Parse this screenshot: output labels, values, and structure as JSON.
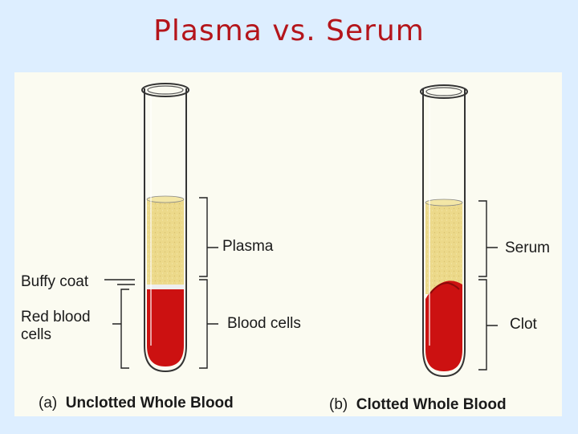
{
  "title": "Plasma vs. Serum",
  "left_tube": {
    "label_top": "Plasma",
    "label_bottom": "Blood cells",
    "side_label_buffy": "Buffy coat",
    "side_label_rbc": "Red blood cells",
    "caption_letter": "(a)",
    "caption_text": "Unclotted Whole Blood"
  },
  "right_tube": {
    "label_top": "Serum",
    "label_bottom": "Clot",
    "caption_letter": "(b)",
    "caption_text": "Clotted Whole Blood"
  },
  "colors": {
    "title": "#b4151b",
    "plasma": "#ecd98a",
    "blood": "#cc1111",
    "panel": "#fbfbf1",
    "background": "#ddeeff"
  }
}
